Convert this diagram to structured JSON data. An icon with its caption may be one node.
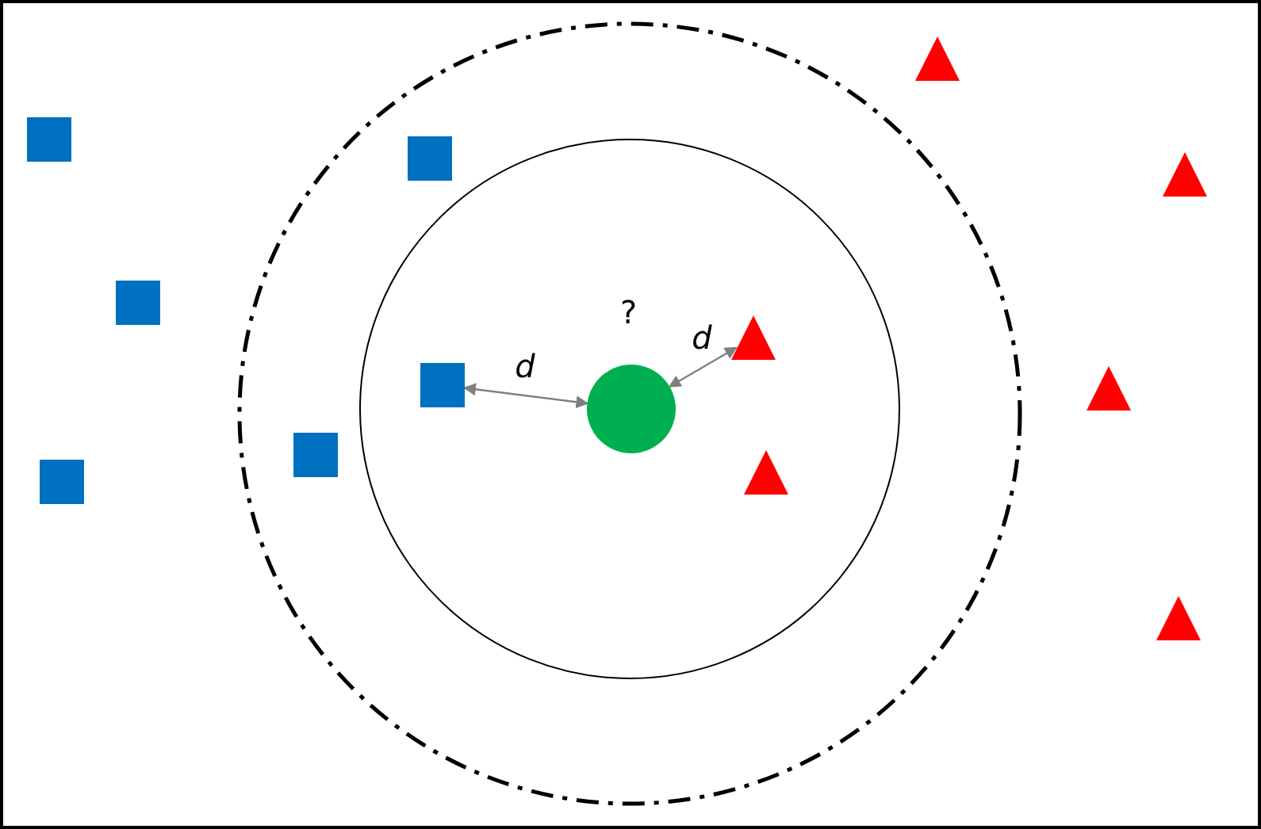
{
  "diagram": {
    "nodes": [
      {
        "text": [],
        "shape": "box"
      },
      {
        "text": [],
        "shape": "box"
      },
      {
        "text": [],
        "shape": "box"
      },
      {
        "text": [],
        "shape": "box"
      },
      {
        "text": [],
        "shape": "box"
      },
      {
        "text": [],
        "shape": "box"
      },
      {
        "text": [],
        "shape": "circle",
        "beside": [
          "?"
        ]
      },
      {
        "text": [],
        "shape": "triangle"
      },
      {
        "text": [],
        "shape": "triangle"
      },
      {
        "text": [],
        "shape": "triangle"
      },
      {
        "text": [],
        "shape": "triangle"
      },
      {
        "text": [],
        "shape": "triangle"
      },
      {
        "text": [],
        "shape": "triangle"
      }
    ],
    "edges": [
      {
        "from": 5,
        "to": 6,
        "arrow": "both",
        "label": "d"
      },
      {
        "from": 6,
        "to": 7,
        "arrow": "both",
        "label": "d"
      }
    ]
  }
}
